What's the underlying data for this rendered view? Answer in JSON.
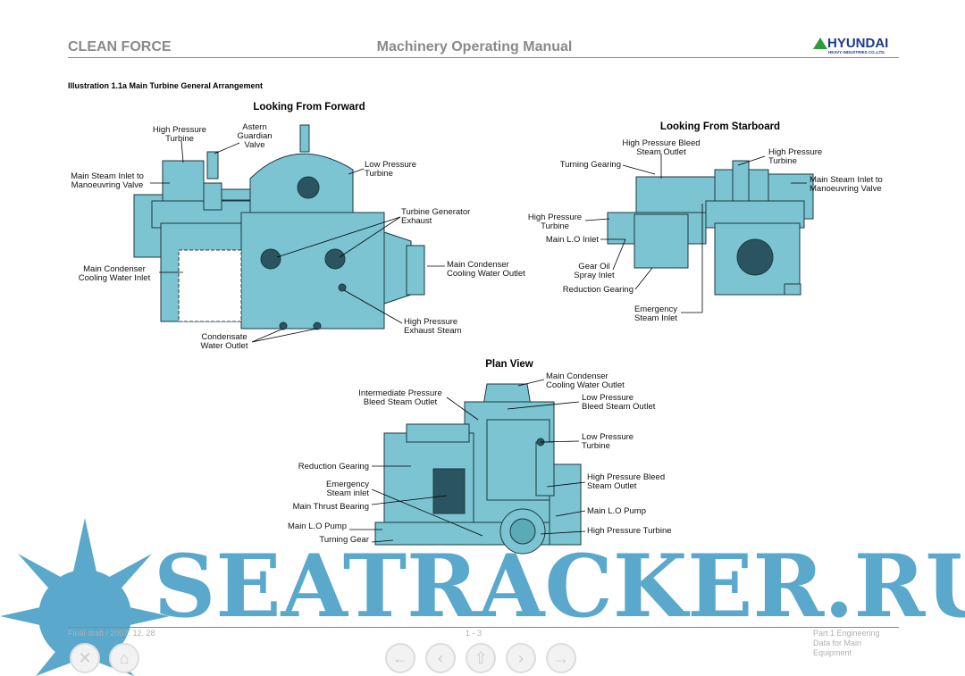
{
  "header": {
    "left": "CLEAN FORCE",
    "center": "Machinery Operating Manual",
    "logo": "HYUNDAI",
    "logo_sub": "HEAVY INDUSTRIES CO.,LTD."
  },
  "illustration_title": "Illustration 1.1a Main Turbine General Arrangement",
  "forward": {
    "title": "Looking From Forward",
    "labels": [
      "High Pressure\nTurbine",
      "Astern\nGuardian\nValve",
      "Main Steam Inlet to\nManoeuvring Valve",
      "Low Pressure\nTurbine",
      "Turbine Generator\nExhaust",
      "Main Condenser\nCooling Water Inlet",
      "Main Condenser\nCooling Water Outlet",
      "High Pressure\nExhaust Steam",
      "Condensate\nWater Outlet"
    ]
  },
  "starboard": {
    "title": "Looking From Starboard",
    "labels": [
      "High Pressure Bleed\nSteam Outlet",
      "High Pressure\nTurbine",
      "Turning Gearing",
      "Main Steam Inlet to\nManoeuvring Valve",
      "High Pressure\nTurbine",
      "Main L.O Inlet",
      "Gear Oil\nSpray Inlet",
      "Reduction Gearing",
      "Emergency\nSteam Inlet"
    ]
  },
  "plan": {
    "title": "Plan View",
    "labels": [
      "Main Condenser\nCooling Water Outlet",
      "Intermediate Pressure\nBleed Steam Outlet",
      "Low Pressure\nBleed Steam Outlet",
      "Low Pressure\nTurbine",
      "Reduction Gearing",
      "Main Thrust Bearing",
      "Main L.O Pump",
      "Main L.O Pump",
      "Turning Gear",
      "Emergency\nSteam inlet",
      "High Pressure Turbine",
      "High Pressure Bleed\nSteam Outlet"
    ]
  },
  "footer": {
    "left": "Final draft / 2007. 12. 28",
    "center": "1 - 3",
    "right": "Part 1 Engineering Data for Main Equipment"
  },
  "watermark": "SEATRACKER.RU",
  "colors": {
    "machine": "#7cc4d2",
    "outline": "#1a3a40",
    "watermark": "#5aa8cc"
  }
}
